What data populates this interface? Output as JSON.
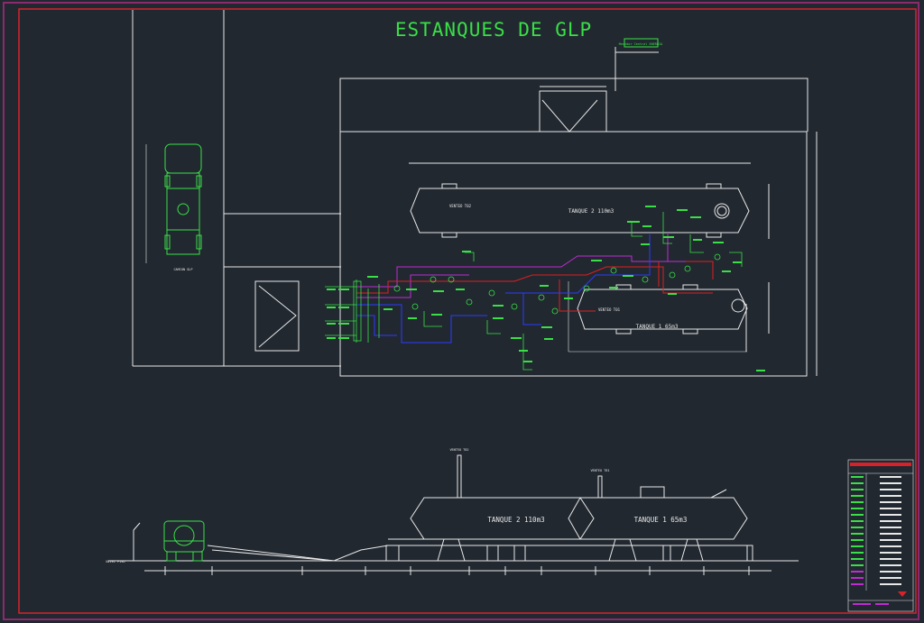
{
  "title": "ESTANQUES DE GLP",
  "plan": {
    "tank2_label": "TANQUE 2 110m3",
    "tank1_label": "TANQUE 1 65m3",
    "vent_tank2": "VENTEO T02",
    "vent_tank1": "VENTEO T01",
    "truck_caption": "CAMION GLP",
    "top_box_label": "Medidor Central ENERGIA"
  },
  "elevation": {
    "tank2_label": "TANQUE 2 110m3",
    "tank1_label": "TANQUE 1 65m3",
    "vent_tank2": "VENTEO T02",
    "vent_tank1": "VENTEO T01",
    "ground_label": "NIVEL PISO"
  },
  "colors": {
    "background": "#212830",
    "frame_outer": "#8c2a6e",
    "frame_inner": "#d8222a",
    "line_white": "#e8e8e8",
    "line_green": "#3adf47",
    "pipe_blue": "#2d3cff",
    "pipe_red": "#e01f1f",
    "pipe_magenta": "#c02bd2"
  }
}
